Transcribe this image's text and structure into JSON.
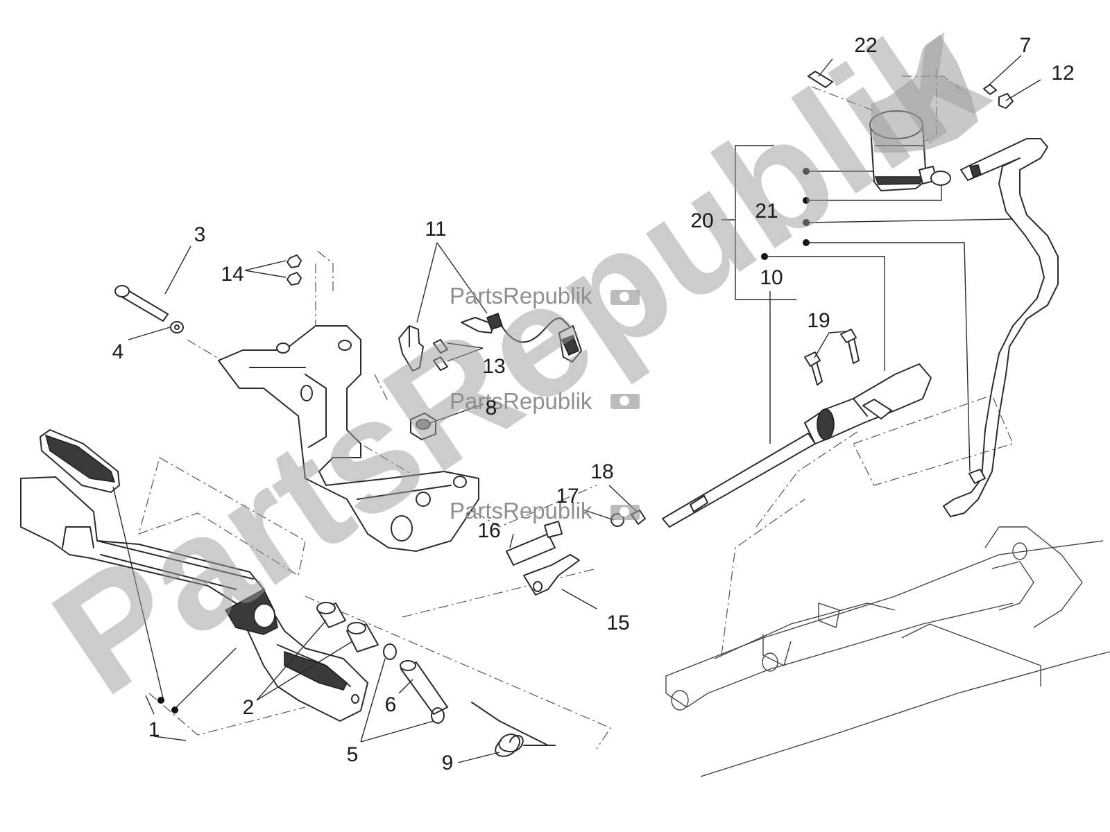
{
  "diagram": {
    "callouts": [
      {
        "id": "c1",
        "text": "1"
      },
      {
        "id": "c2",
        "text": "2"
      },
      {
        "id": "c3",
        "text": "3"
      },
      {
        "id": "c4",
        "text": "4"
      },
      {
        "id": "c5",
        "text": "5"
      },
      {
        "id": "c6",
        "text": "6"
      },
      {
        "id": "c7",
        "text": "7"
      },
      {
        "id": "c8",
        "text": "8"
      },
      {
        "id": "c9",
        "text": "9"
      },
      {
        "id": "c10",
        "text": "10"
      },
      {
        "id": "c11",
        "text": "11"
      },
      {
        "id": "c12",
        "text": "12"
      },
      {
        "id": "c13",
        "text": "13"
      },
      {
        "id": "c14",
        "text": "14"
      },
      {
        "id": "c15",
        "text": "15"
      },
      {
        "id": "c16",
        "text": "16"
      },
      {
        "id": "c17",
        "text": "17"
      },
      {
        "id": "c18",
        "text": "18"
      },
      {
        "id": "c19",
        "text": "19"
      },
      {
        "id": "c20",
        "text": "20"
      },
      {
        "id": "c21",
        "text": "21"
      },
      {
        "id": "c22",
        "text": "22"
      }
    ]
  },
  "watermark": {
    "big_text": "PartsRepublik",
    "small_text": "PartsRepublik",
    "logo_icon": "gear-logo-icon",
    "color": "#9a9a9a"
  }
}
